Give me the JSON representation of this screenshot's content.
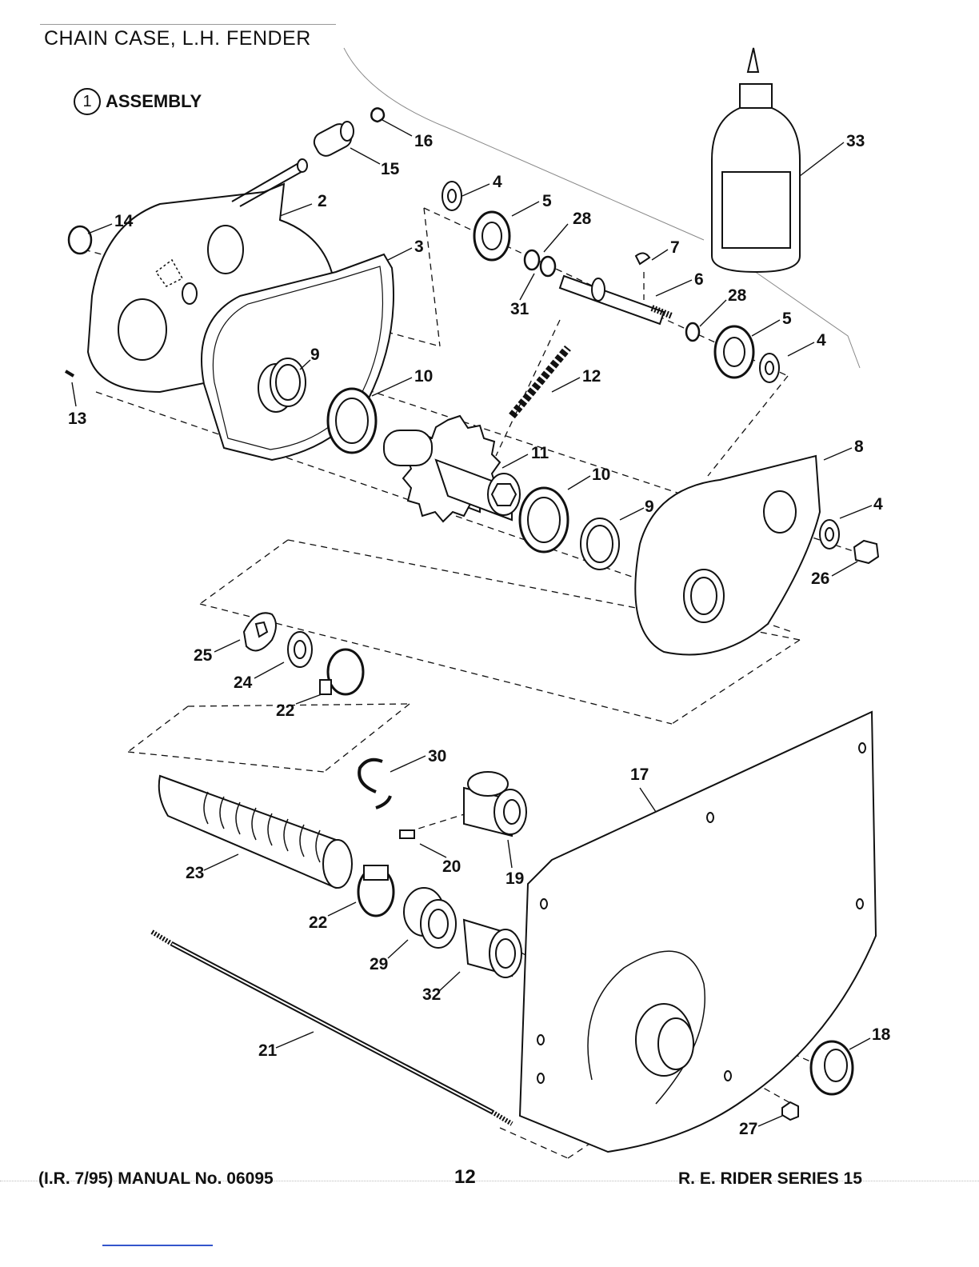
{
  "header": {
    "title": "CHAIN CASE, L.H. FENDER",
    "subtitle_number": "1",
    "subtitle": "ASSEMBLY"
  },
  "callouts": [
    {
      "id": "c16",
      "label": "16"
    },
    {
      "id": "c15",
      "label": "15"
    },
    {
      "id": "c2",
      "label": "2"
    },
    {
      "id": "c14",
      "label": "14"
    },
    {
      "id": "c3",
      "label": "3"
    },
    {
      "id": "c4a",
      "label": "4"
    },
    {
      "id": "c5a",
      "label": "5"
    },
    {
      "id": "c28a",
      "label": "28"
    },
    {
      "id": "c7",
      "label": "7"
    },
    {
      "id": "c31",
      "label": "31"
    },
    {
      "id": "c6",
      "label": "6"
    },
    {
      "id": "c28b",
      "label": "28"
    },
    {
      "id": "c5b",
      "label": "5"
    },
    {
      "id": "c4b",
      "label": "4"
    },
    {
      "id": "c33",
      "label": "33"
    },
    {
      "id": "c9a",
      "label": "9"
    },
    {
      "id": "c13",
      "label": "13"
    },
    {
      "id": "c10a",
      "label": "10"
    },
    {
      "id": "c12",
      "label": "12"
    },
    {
      "id": "c11",
      "label": "11"
    },
    {
      "id": "c10b",
      "label": "10"
    },
    {
      "id": "c9b",
      "label": "9"
    },
    {
      "id": "c8",
      "label": "8"
    },
    {
      "id": "c4c",
      "label": "4"
    },
    {
      "id": "c26",
      "label": "26"
    },
    {
      "id": "c25",
      "label": "25"
    },
    {
      "id": "c24",
      "label": "24"
    },
    {
      "id": "c22a",
      "label": "22"
    },
    {
      "id": "c30",
      "label": "30"
    },
    {
      "id": "c17",
      "label": "17"
    },
    {
      "id": "c20",
      "label": "20"
    },
    {
      "id": "c19",
      "label": "19"
    },
    {
      "id": "c23",
      "label": "23"
    },
    {
      "id": "c22b",
      "label": "22"
    },
    {
      "id": "c29",
      "label": "29"
    },
    {
      "id": "c32",
      "label": "32"
    },
    {
      "id": "c21",
      "label": "21"
    },
    {
      "id": "c18",
      "label": "18"
    },
    {
      "id": "c27",
      "label": "27"
    }
  ],
  "footer": {
    "left": "(I.R. 7/95) MANUAL No. 06095",
    "page": "12",
    "right": "R. E. RIDER SERIES 15"
  }
}
